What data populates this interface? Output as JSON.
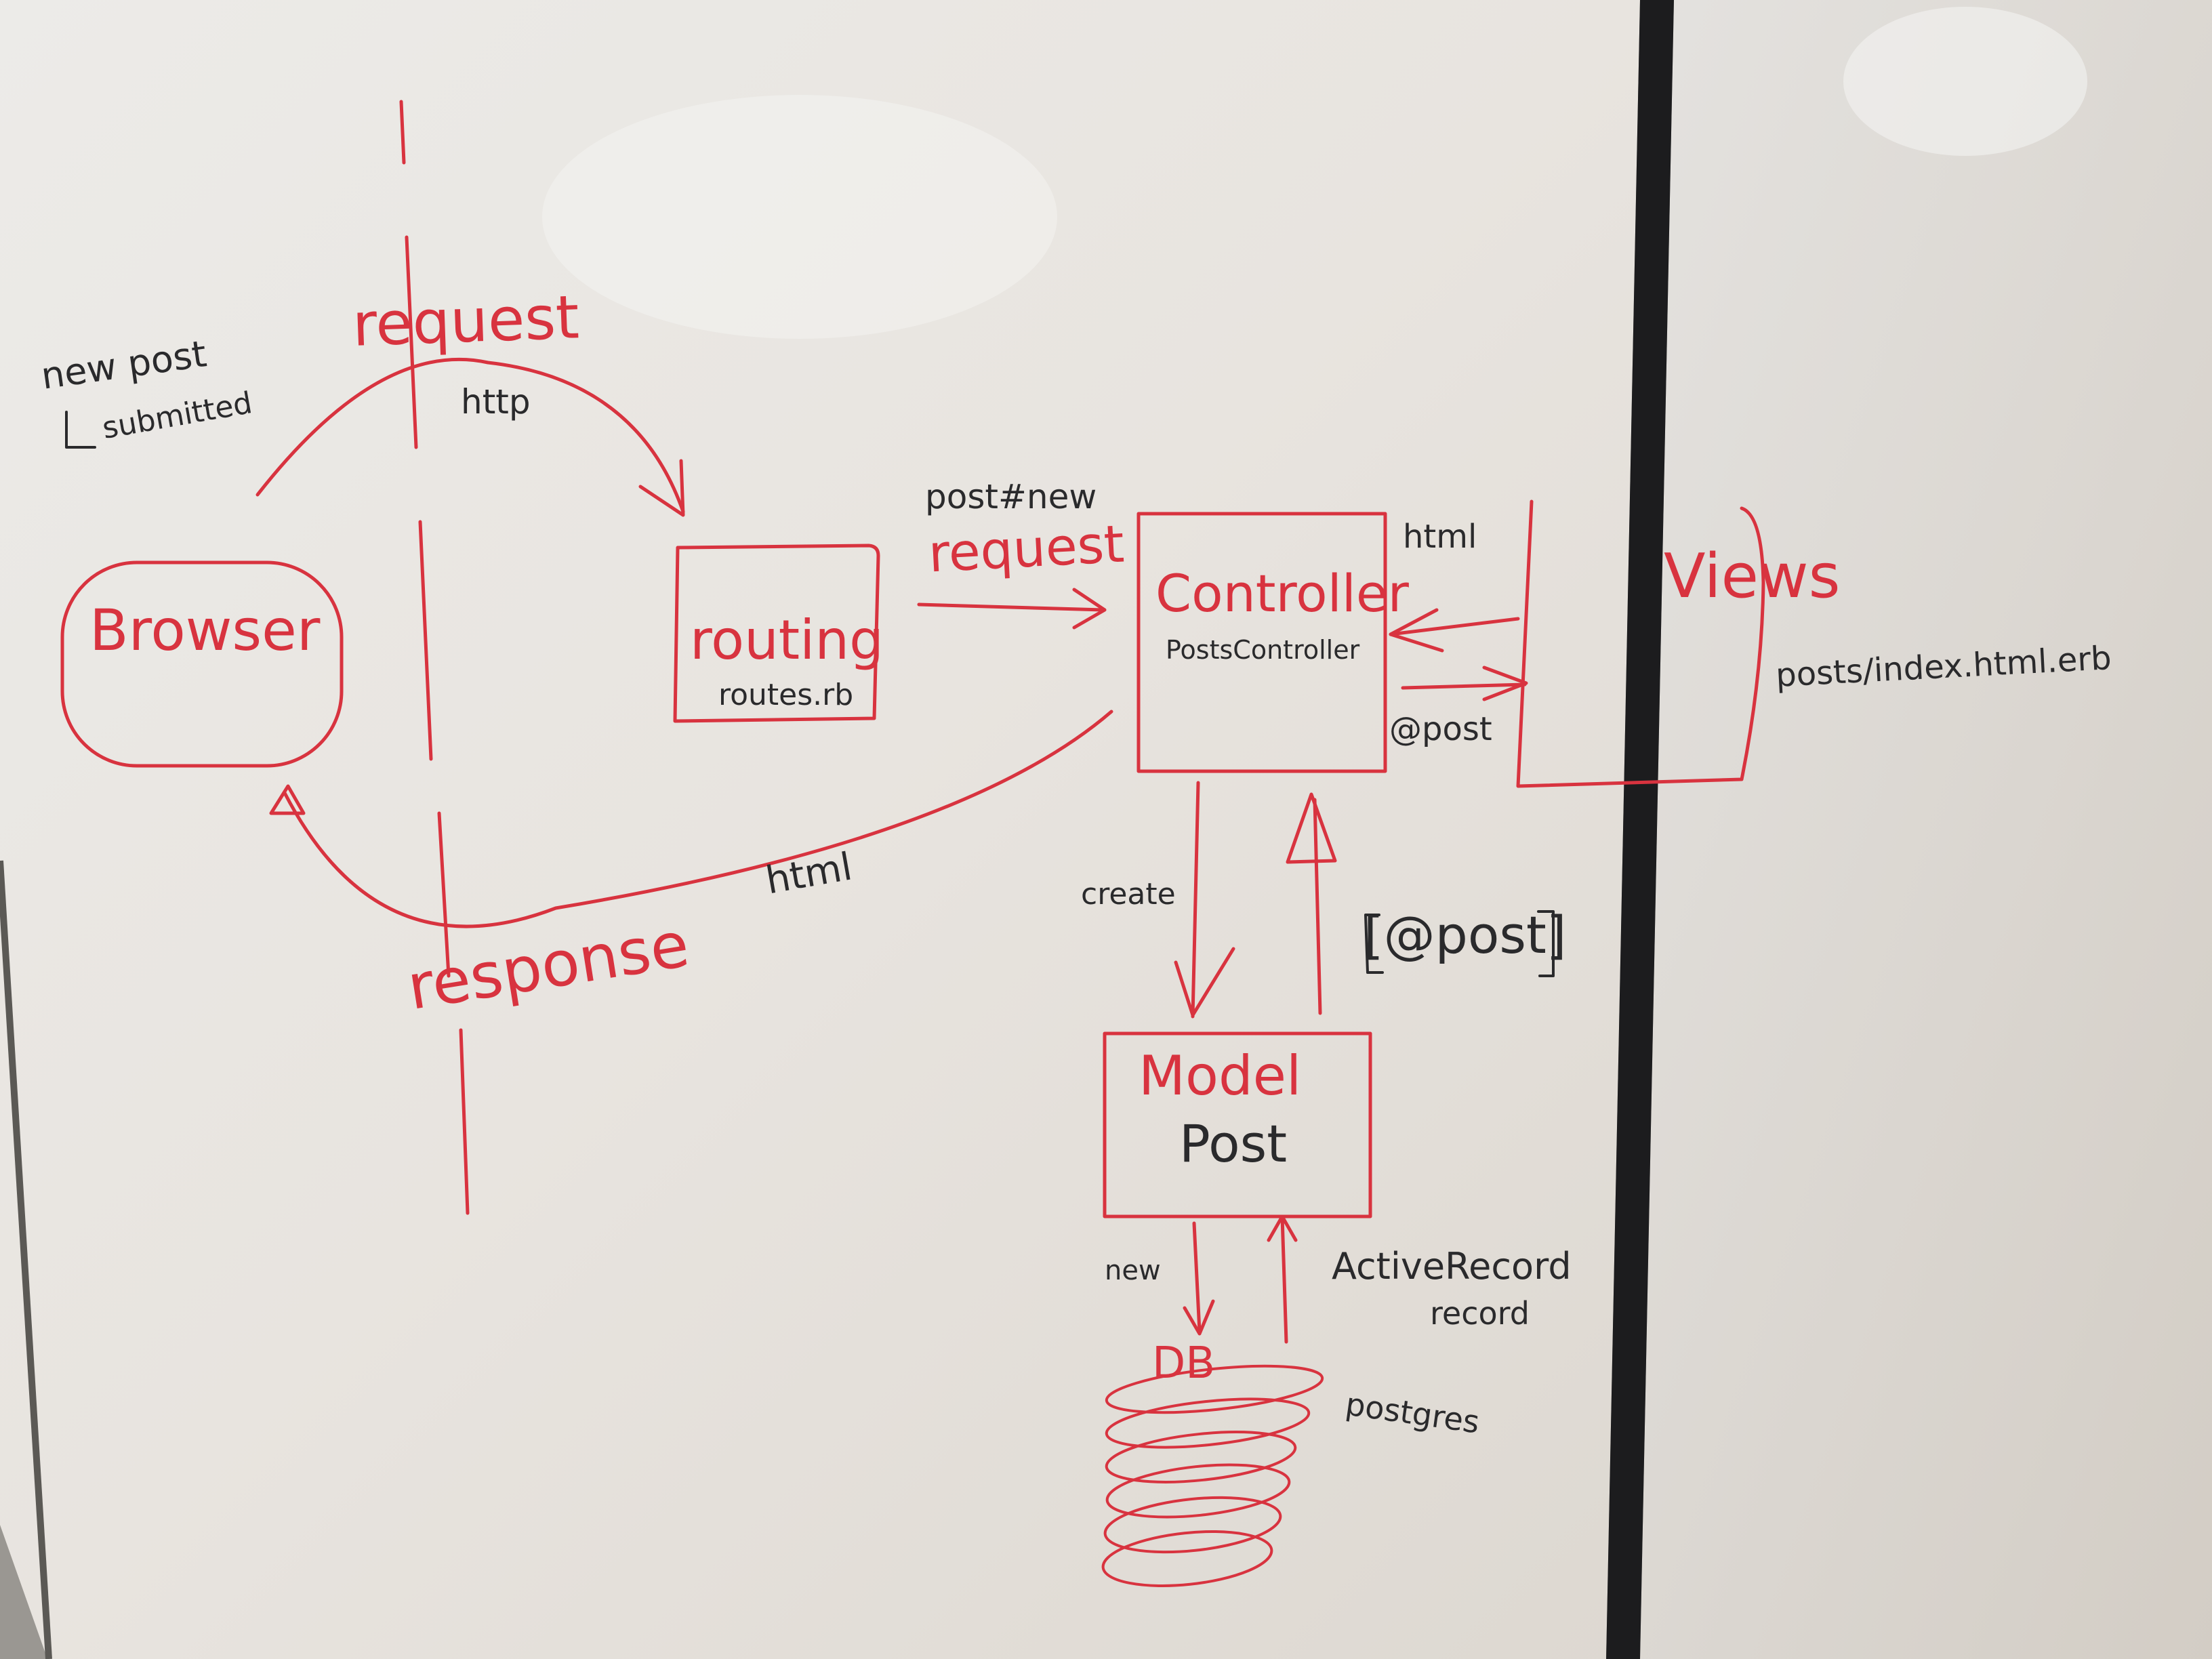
{
  "colors": {
    "board": "#e9e6e1",
    "marker_red": "#d8333f",
    "marker_black": "#2a2a2c",
    "frame": "#1c1c1e"
  },
  "labels": {
    "new_post": "new post",
    "submitted": "submitted",
    "request_top": "request",
    "http": "http",
    "browser": "Browser",
    "routing": "routing",
    "routes_rb": "routes.rb",
    "post_new": "post#new",
    "request_mid": "request",
    "controller": "Controller",
    "posts_controller": "PostsController",
    "html_views": "html",
    "views": "Views",
    "views_file": "posts/index.html.erb",
    "at_post": "@post",
    "html_response": "html",
    "response": "response",
    "create": "create",
    "at_post_array": "[@post]",
    "model": "Model",
    "post": "Post",
    "new": "new",
    "active_record": "ActiveRecord",
    "record": "record",
    "db": "DB",
    "postgres": "postgres"
  }
}
